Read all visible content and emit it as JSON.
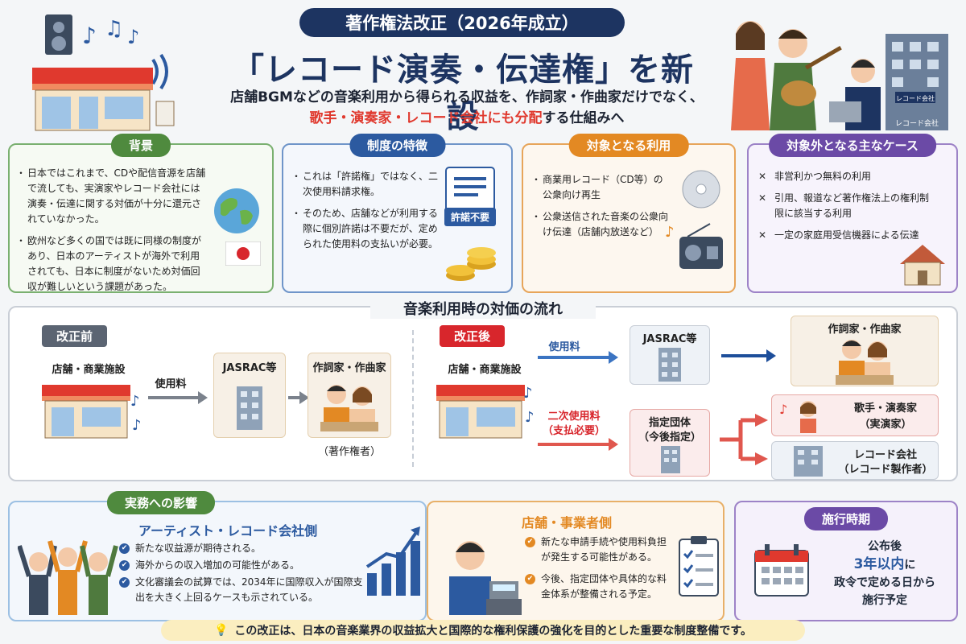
{
  "header": {
    "pill": "著作権法改正（2026年成立）",
    "title": "「レコード演奏・伝達権」を新設",
    "subtitle_line1": "店舗BGMなどの音楽利用から得られる収益を、作詞家・作曲家だけでなく、",
    "subtitle_line2_hl": "歌手・演奏家・レコード会社にも分配",
    "subtitle_line2_rest": "する仕組みへ",
    "building_sign": "レコード会社",
    "building_label": "レコード会社"
  },
  "background": {
    "title": "背景",
    "items": [
      "日本ではこれまで、CDや配信音源を店舗で流しても、実演家やレコード会社には演奏・伝達に関する対価が十分に還元されていなかった。",
      "欧州など多くの国では既に同様の制度があり、日本のアーティストが海外で利用されても、日本に制度がないため対価回収が難しいという課題があった。"
    ]
  },
  "features": {
    "title": "制度の特徴",
    "items": [
      "これは「許諾権」ではなく、二次使用料請求権。",
      "そのため、店舗などが利用する際に個別許諾は不要だが、定められた使用料の支払いが必要。"
    ],
    "badge": "許諾不要"
  },
  "covered": {
    "title": "対象となる利用",
    "items": [
      "商業用レコード（CD等）の公衆向け再生",
      "公衆送信された音楽の公衆向け伝達（店舗内放送など）"
    ]
  },
  "excluded": {
    "title": "対象外となる主なケース",
    "items": [
      "非営利かつ無料の利用",
      "引用、報道など著作権法上の権利制限に該当する利用",
      "一定の家庭用受信機器による伝達"
    ]
  },
  "flow": {
    "title": "音楽利用時の対価の流れ",
    "before": {
      "tag": "改正前",
      "store": "店舗・商業施設",
      "fee": "使用料",
      "jasrac": "JASRAC等",
      "writers": "作詞家・作曲家",
      "writers_note": "（著作権者）"
    },
    "after": {
      "tag": "改正後",
      "store": "店舗・商業施設",
      "fee": "使用料",
      "jasrac": "JASRAC等",
      "writers": "作詞家・作曲家",
      "secondary_fee": "二次使用料",
      "secondary_note": "（支払必要）",
      "designated": "指定団体",
      "designated_note": "（今後指定）",
      "singers": "歌手・演奏家",
      "singers_note": "（実演家）",
      "record": "レコード会社",
      "record_note": "（レコード製作者）"
    }
  },
  "impact": {
    "title": "実務への影響",
    "artist": {
      "title": "アーティスト・レコード会社側",
      "items": [
        "新たな収益源が期待される。",
        "海外からの収入増加の可能性がある。",
        "文化審議会の試算では、2034年に国際収入が国際支出を大きく上回るケースも示されている。"
      ]
    },
    "store": {
      "title": "店舗・事業者側",
      "items": [
        "新たな申請手続や使用料負担が発生する可能性がある。",
        "今後、指定団体や具体的な料金体系が整備される予定。"
      ]
    }
  },
  "timing": {
    "title": "施行時期",
    "line1": "公布後",
    "line2_hl": "3年以内",
    "line2_rest": "に",
    "line3": "政令で定める日から",
    "line4": "施行予定"
  },
  "footer": "この改正は、日本の音楽業界の収益拡大と国際的な権利保護の強化を目的とした重要な制度整備です。",
  "colors": {
    "navy": "#1d3461",
    "red": "#e0392e",
    "green": "#4f8a3e",
    "blue": "#2c5aa0",
    "orange": "#e38923",
    "purple": "#6b4aa6"
  }
}
